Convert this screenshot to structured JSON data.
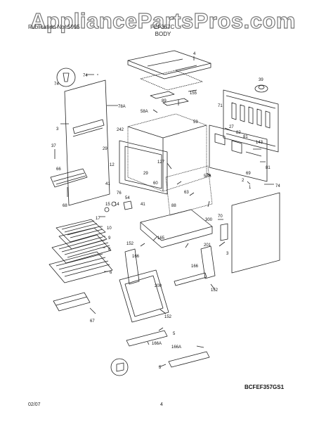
{
  "watermark": "AppliancePartsPros.com",
  "header": {
    "left": "Publication No: 5995",
    "right": "FEF357C"
  },
  "section_title": "BODY",
  "diagram_code": "BCFEF357GS1",
  "footer": {
    "date": "02/07",
    "page_number": "4"
  },
  "labels": {
    "l4": "4",
    "l74a": "74",
    "l74b": "74",
    "l74c": "74",
    "l155": "155",
    "l78a": "78A",
    "l3a": "3",
    "l3b": "3",
    "l39": "39",
    "l71": "71",
    "l89": "89",
    "l58a": "58A",
    "l59": "59",
    "l242": "242",
    "l27": "27",
    "l37": "37",
    "l29a": "29",
    "l29b": "29",
    "l12": "12",
    "l127": "127",
    "l66": "66",
    "l68": "68",
    "l60": "60",
    "l41a": "41",
    "l41b": "41",
    "l76": "76",
    "l88": "88",
    "l63": "63",
    "l58b": "58B",
    "l81a": "81",
    "l81b": "81",
    "l82": "82",
    "l143": "143",
    "l69": "69",
    "l1": "1",
    "l2": "2",
    "l15": "15",
    "l14": "14",
    "l54": "54",
    "l17": "17",
    "l10": "10",
    "l9": "9",
    "l8": "8",
    "l6": "6",
    "l300": "300",
    "l70": "70",
    "l165": "165",
    "l201": "201",
    "l152a": "152",
    "l152b": "152",
    "l152c": "152",
    "l166a": "166",
    "l166b": "166",
    "l200": "200",
    "l67": "67",
    "l5a": "5",
    "l5b": "5",
    "l166aa": "166A",
    "l166ab": "166A"
  }
}
